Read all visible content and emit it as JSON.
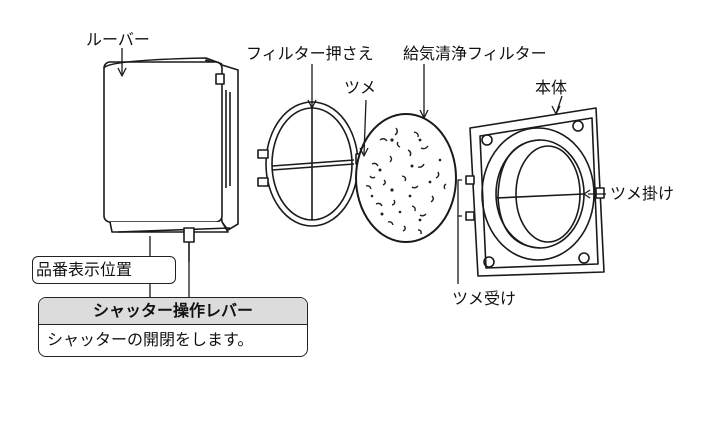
{
  "labels": {
    "louver": "ルーバー",
    "filter_holder": "フィルター押さえ",
    "tab": "ツメ",
    "supply_filter": "給気清浄フィルター",
    "body": "本体",
    "tab_hook": "ツメ掛け",
    "tab_receiver": "ツメ受け",
    "model_number_position": "品番表示位置"
  },
  "shutter_info": {
    "title": "シャッター操作レバー",
    "description": "シャッターの開閉をします。"
  }
}
